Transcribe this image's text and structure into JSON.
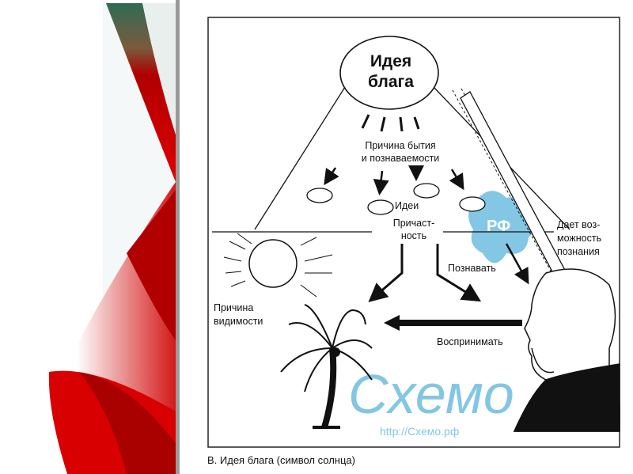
{
  "diagram": {
    "top_idea": [
      "Идея",
      "блага"
    ],
    "cause_of_being": [
      "Причина бытия",
      "и познаваемости"
    ],
    "ideas_label": "Идеи",
    "participation": [
      "Причаст-",
      "ность"
    ],
    "to_know": "Познавать",
    "gives_possibility": [
      "Дает воз-",
      "можность",
      "познания"
    ],
    "cause_of_visibility": [
      "Причина",
      "видимости"
    ],
    "to_perceive": "Воспринимать",
    "caption": "В.  Идея блага (символ солнца)"
  },
  "watermark": {
    "url": "http://Схемо.рф",
    "logo": "Схемо",
    "badge": "РФ"
  },
  "colors": {
    "accent_red": "#d40000",
    "accent_green": "#2f6b55",
    "divider": "#9a9a9a",
    "watermark": "#5ab4dc"
  }
}
